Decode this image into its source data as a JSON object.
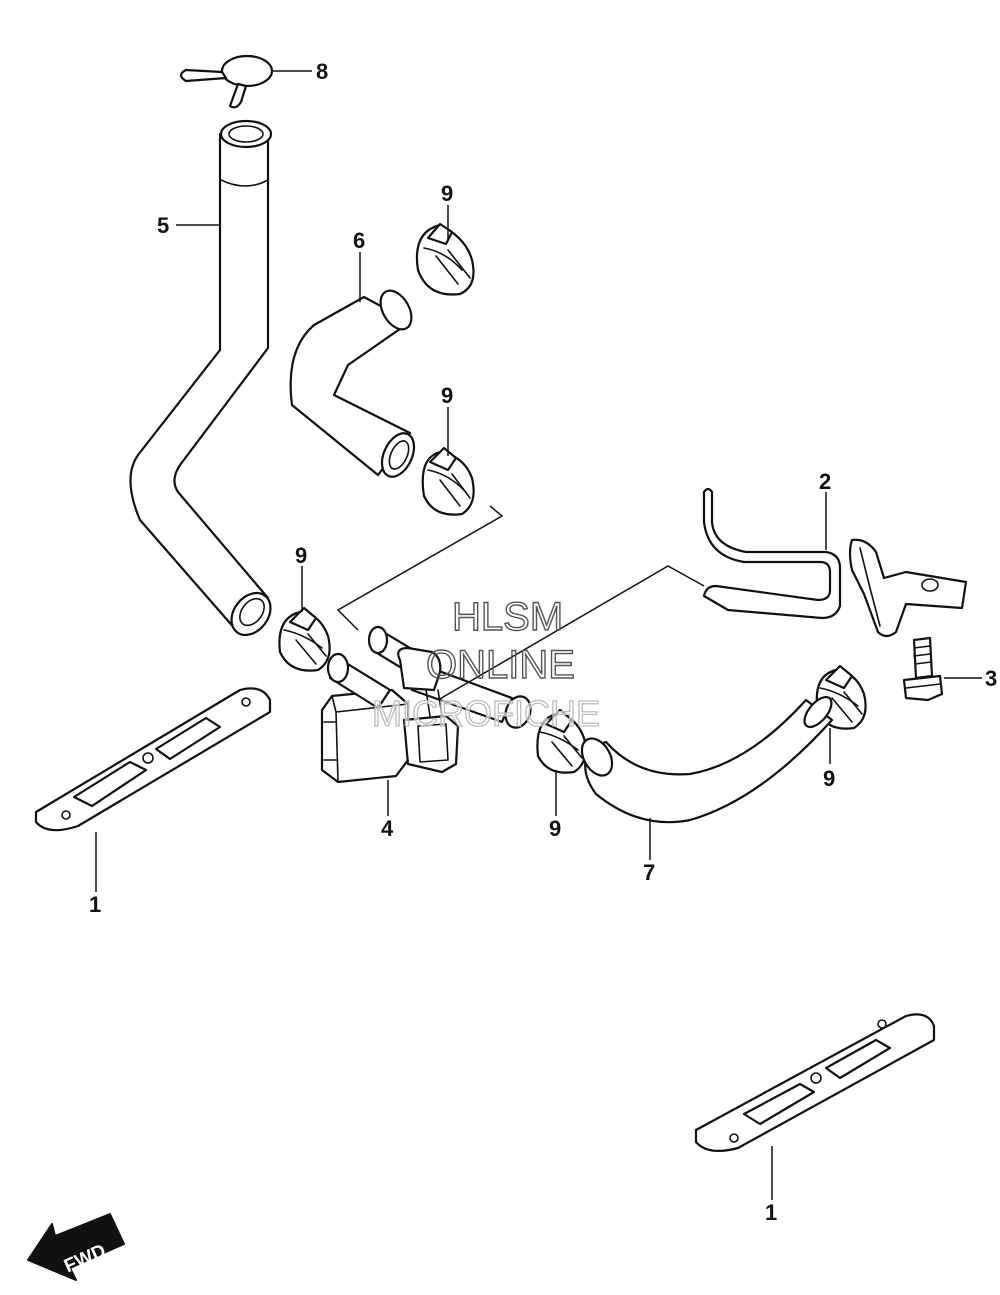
{
  "callouts": {
    "c1a": "1",
    "c1b": "1",
    "c2": "2",
    "c3": "3",
    "c4": "4",
    "c5": "5",
    "c6": "6",
    "c7": "7",
    "c8": "8",
    "c9a": "9",
    "c9b": "9",
    "c9c": "9",
    "c9d": "9",
    "c9e": "9"
  },
  "watermark": {
    "line1": "HLSM",
    "line2": "ONLINE",
    "line3": "MICROFICHE"
  },
  "fwd_label": "FWD",
  "colors": {
    "line": "#111111",
    "background": "#ffffff"
  }
}
